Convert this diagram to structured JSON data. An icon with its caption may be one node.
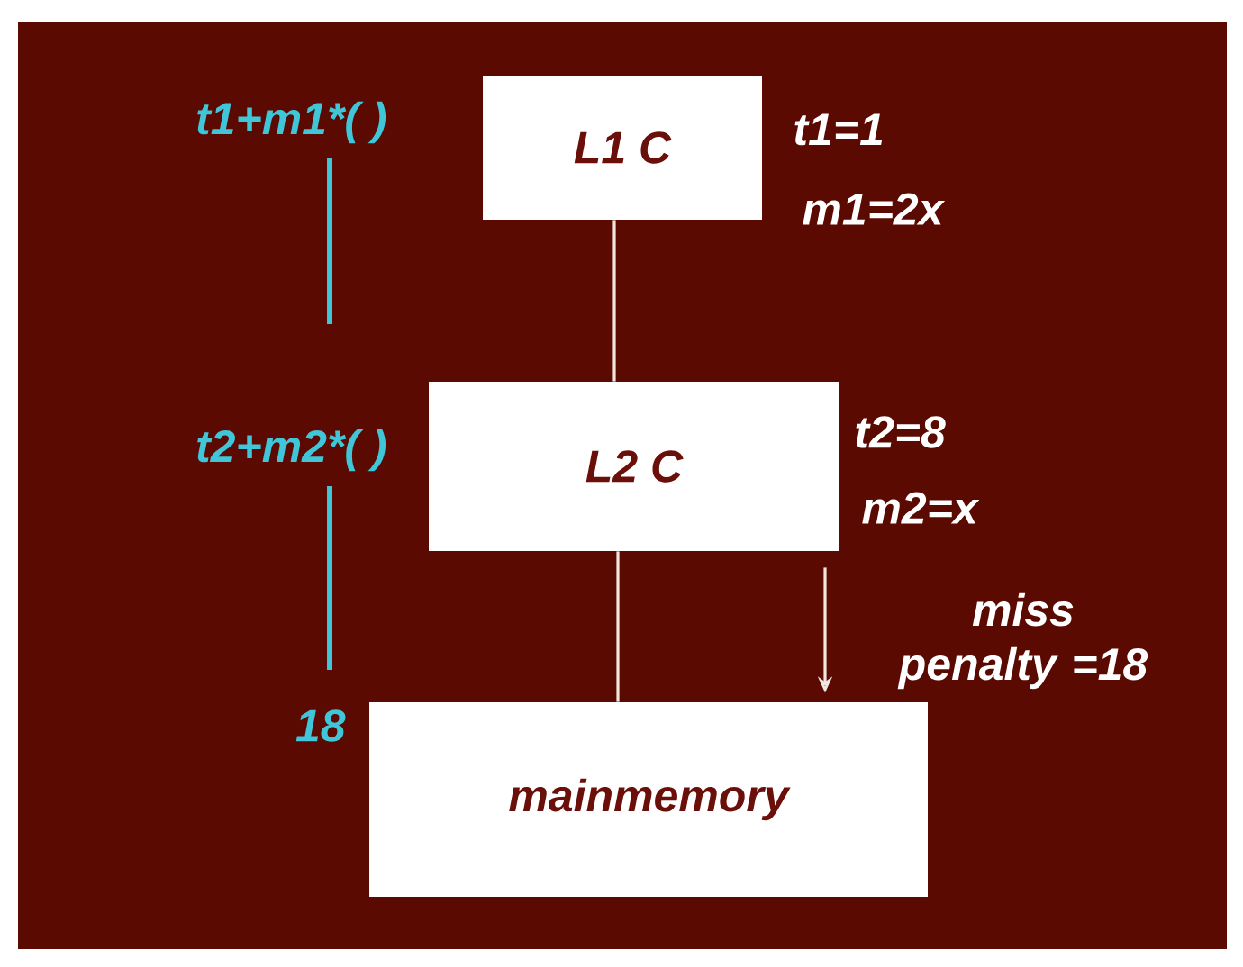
{
  "diagram": {
    "nodes": [
      {
        "text": [
          "L1 C"
        ],
        "beside": [
          "t1=1",
          "m1=2x"
        ]
      },
      {
        "text": [
          "L2 C"
        ],
        "beside": [
          "t2=8",
          "m2=x"
        ]
      },
      {
        "text": [
          "mainmemory"
        ]
      }
    ],
    "edges": [
      {
        "from": 0,
        "to": 1,
        "arrow": "none"
      },
      {
        "from": 1,
        "to": 2,
        "arrow": "none"
      },
      {
        "from": 1,
        "to": 2,
        "arrow": "to",
        "label": "miss penalty =18"
      }
    ],
    "labels": [
      "t1+m1*( )",
      "t2+m2*( )",
      "18"
    ]
  }
}
